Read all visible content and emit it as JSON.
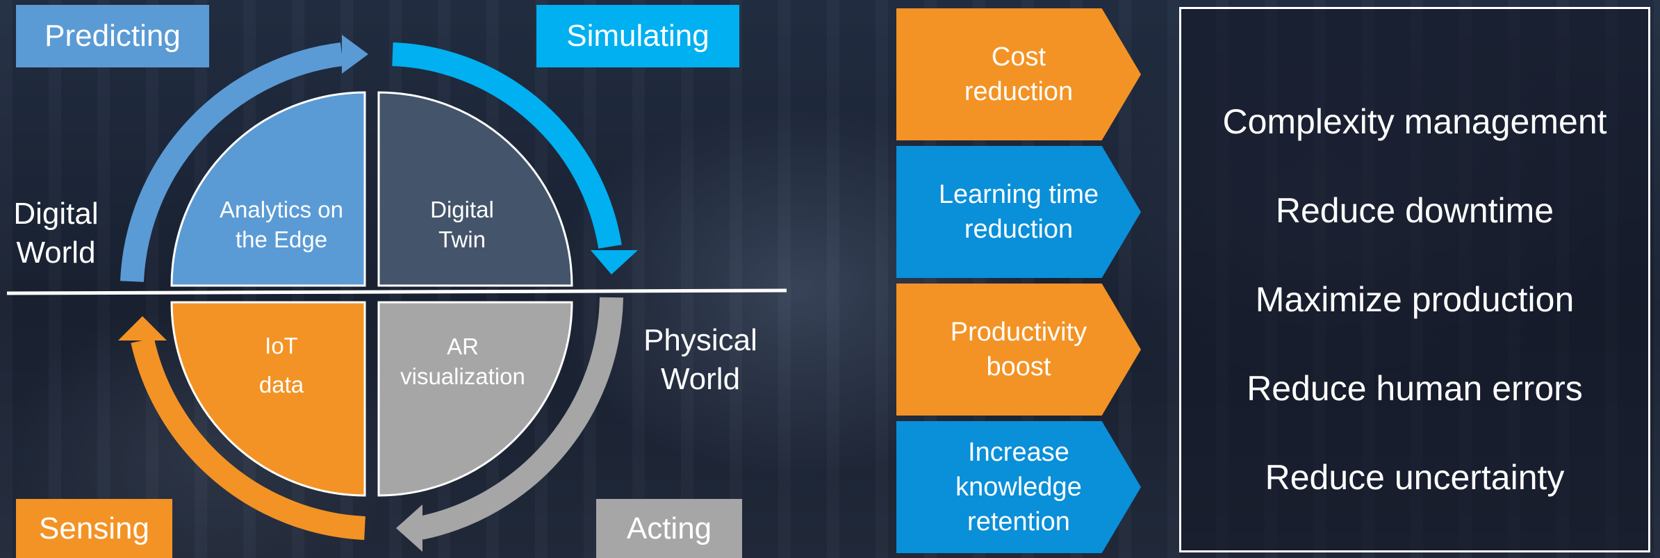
{
  "diagram": {
    "cycle_labels": {
      "predicting": "Predicting",
      "simulating": "Simulating",
      "sensing": "Sensing",
      "acting": "Acting"
    },
    "worlds": {
      "digital_line1": "Digital",
      "digital_line2": "World",
      "physical_line1": "Physical",
      "physical_line2": "World"
    },
    "quadrants": {
      "analytics_line1": "Analytics on",
      "analytics_line2": "the Edge",
      "twin_line1": "Digital",
      "twin_line2": "Twin",
      "iot_line1": "IoT",
      "iot_line2": "data",
      "ar_line1": "AR",
      "ar_line2": "visualization"
    },
    "colors": {
      "predicting": "#5b9bd5",
      "simulating": "#00b0f0",
      "orange": "#f39325",
      "gray": "#a6a6a6",
      "twin": "#44546a"
    }
  },
  "chevrons": [
    {
      "line1": "Cost",
      "line2": "reduction",
      "line3": "",
      "color": "#f39325"
    },
    {
      "line1": "Learning time",
      "line2": "reduction",
      "line3": "",
      "color": "#0a8fd9"
    },
    {
      "line1": "Productivity",
      "line2": "boost",
      "line3": "",
      "color": "#f39325"
    },
    {
      "line1": "Increase",
      "line2": "knowledge",
      "line3": "retention",
      "color": "#0a8fd9"
    }
  ],
  "benefits": [
    "Complexity management",
    "Reduce downtime",
    "Maximize production",
    "Reduce human errors",
    "Reduce uncertainty"
  ]
}
